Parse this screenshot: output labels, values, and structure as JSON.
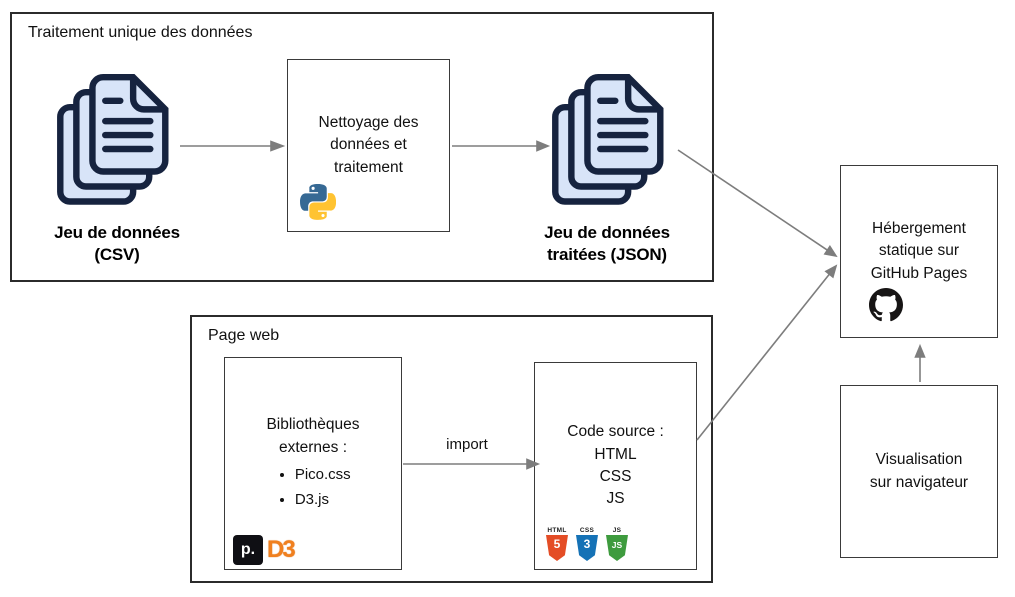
{
  "processing": {
    "title": "Traitement unique des données",
    "csv_stack_label": {
      "line1": "Jeu de données",
      "line2": "(CSV)"
    },
    "cleaning_box_label": "Nettoyage des données et traitement",
    "json_stack_label": {
      "line1": "Jeu de données",
      "line2": "traitées (JSON)"
    }
  },
  "webpage": {
    "title": "Page web",
    "libraries": {
      "title": "Bibliothèques externes :",
      "items": [
        "Pico.css",
        "D3.js"
      ],
      "pico_logo_text": "p.",
      "d3_logo_text": "D3"
    },
    "import_label": "import",
    "source": {
      "title": "Code source :",
      "lines": [
        "HTML",
        "CSS",
        "JS"
      ],
      "badges": [
        {
          "label": "HTML",
          "letter": "5"
        },
        {
          "label": "CSS",
          "letter": "3"
        },
        {
          "label": "JS",
          "letter": "JS"
        }
      ]
    }
  },
  "hosting": {
    "label": "Hébergement statique sur GitHub Pages"
  },
  "viewer": {
    "label": "Visualisation sur navigateur"
  },
  "icons": {
    "csv_documents": "documents-stack",
    "json_documents": "documents-stack",
    "python": "python-logo",
    "github": "github-mark",
    "pico": "pico-logo",
    "d3": "d3-logo",
    "html5_badge": "html5-shield",
    "css3_badge": "css3-shield",
    "js_badge": "js-shield"
  },
  "colors": {
    "box_border": "#2b2b2b",
    "arrow": "#7d7d7d",
    "document_fill": "#d8e4f8",
    "document_stroke": "#16233f",
    "python_blue": "#366994",
    "python_yellow": "#ffc331",
    "github_black": "#171515",
    "pico_bg": "#0f0f14",
    "d3_orange": "#f0801f",
    "html5": "#e44d26",
    "css3": "#1572b6",
    "js_badge": "#3e9b3e"
  }
}
